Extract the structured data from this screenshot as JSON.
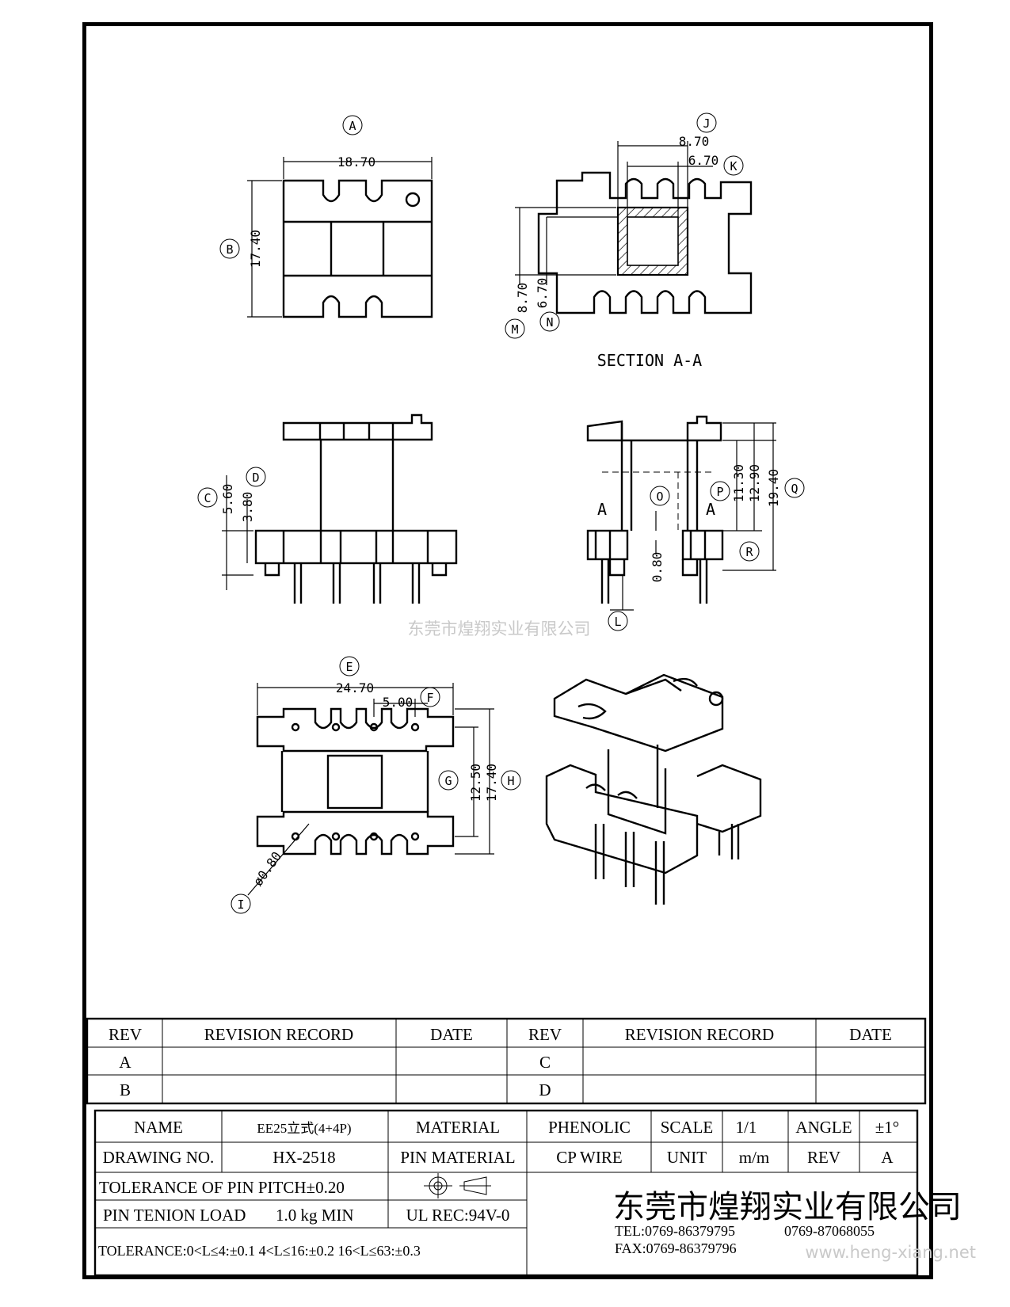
{
  "callouts": [
    "A",
    "B",
    "C",
    "D",
    "E",
    "F",
    "G",
    "H",
    "I",
    "J",
    "K",
    "L",
    "M",
    "N",
    "O",
    "P",
    "Q",
    "R"
  ],
  "dimensions": {
    "top_width": "18.70",
    "top_height": "17.40",
    "section_j": "8.70",
    "section_k": "6.70",
    "section_m": "8.70",
    "section_n": "6.70",
    "side_c": "5.60",
    "side_d": "3.80",
    "right_p": "11.30",
    "right_p2": "12.90",
    "right_q": "19.40",
    "right_o": "0.80",
    "bottom_e": "24.70",
    "bottom_f": "5.00",
    "bottom_g": "12.50",
    "bottom_h": "17.40",
    "bottom_i": "ø0.80"
  },
  "section_label": "SECTION A-A",
  "section_markers": [
    "A",
    "A"
  ],
  "watermark_center": "东莞市煌翔实业有限公司",
  "revision_table": {
    "headers": [
      "REV",
      "REVISION RECORD",
      "DATE",
      "REV",
      "REVISION RECORD",
      "DATE"
    ],
    "rows": [
      [
        "A",
        "",
        "",
        "C",
        "",
        ""
      ],
      [
        "B",
        "",
        "",
        "D",
        "",
        ""
      ]
    ]
  },
  "title_block": {
    "name_label": "NAME",
    "name_value": "EE25立式(4+4P)",
    "material_label": "MATERIAL",
    "material_value": "PHENOLIC",
    "scale_label": "SCALE",
    "scale_value": "1/1",
    "angle_label": "ANGLE",
    "angle_value": "±1°",
    "drawing_no_label": "DRAWING NO.",
    "drawing_no_value": "HX-2518",
    "pin_material_label": "PIN MATERIAL",
    "pin_material_value": "CP WIRE",
    "unit_label": "UNIT",
    "unit_value": "m/m",
    "rev_label": "REV",
    "rev_value": "A",
    "tolerance_pitch": "TOLERANCE OF PIN PITCH±0.20",
    "pin_load_label": "PIN TENION LOAD",
    "pin_load_value": "1.0 kg MIN",
    "ul_rec": "UL REC:94V-0",
    "tolerance_line": "TOLERANCE:0<L≤4:±0.1  4<L≤16:±0.2  16<L≤63:±0.3",
    "company": "东莞市煌翔实业有限公司",
    "tel": "TEL:0769-86379795",
    "tel2": "0769-87068055",
    "fax": "FAX:0769-86379796"
  },
  "website": "www.heng-xiang.net"
}
